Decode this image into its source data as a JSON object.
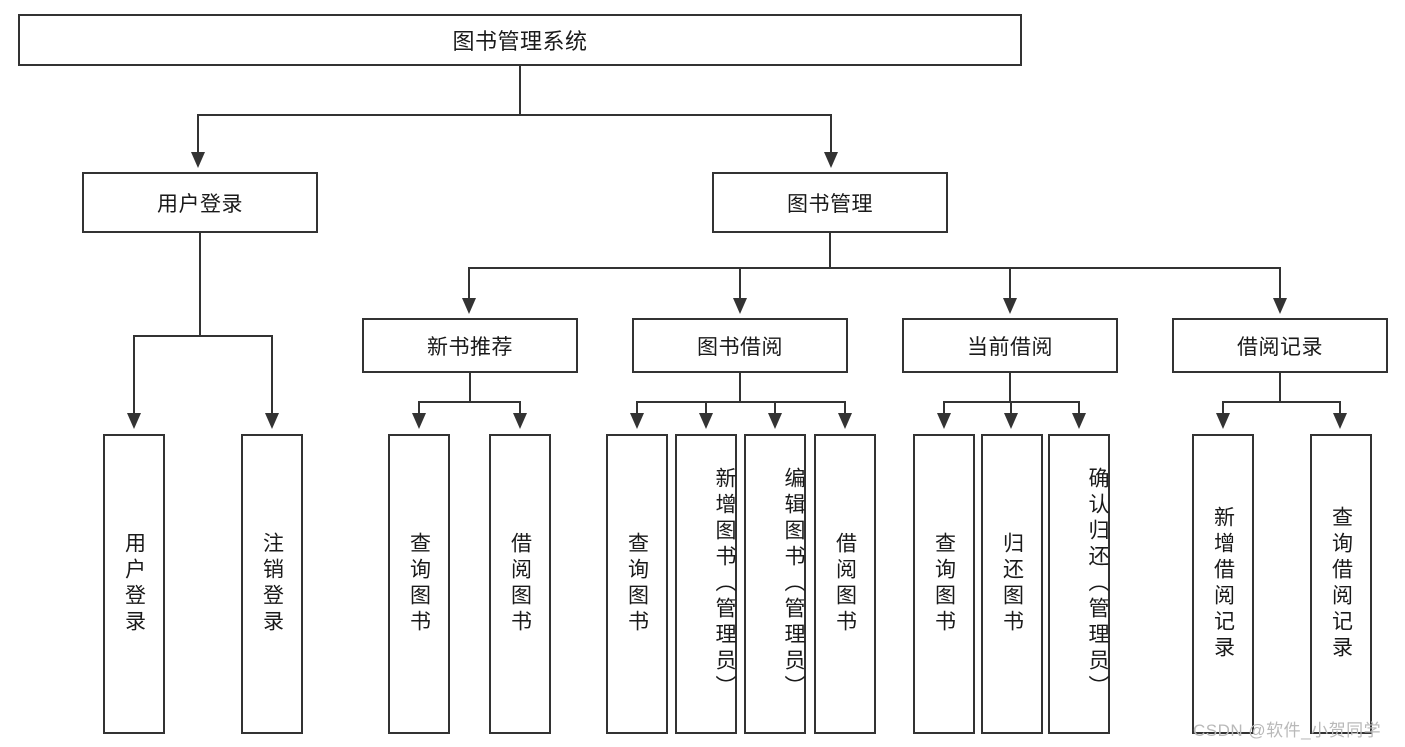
{
  "diagram": {
    "type": "tree-hierarchy-diagram",
    "title": "图书管理系统",
    "colors": {
      "stroke": "#333333",
      "fill": "#ffffff",
      "text": "#1a1a1a",
      "watermark": "#b9b9b9"
    },
    "root": {
      "label": "图书管理系统"
    },
    "level2": [
      {
        "label": "用户登录"
      },
      {
        "label": "图书管理"
      }
    ],
    "level3": [
      {
        "label": "新书推荐"
      },
      {
        "label": "图书借阅"
      },
      {
        "label": "当前借阅"
      },
      {
        "label": "借阅记录"
      }
    ],
    "leaves": {
      "user_login": [
        {
          "label": "用户登录"
        },
        {
          "label": "注销登录"
        }
      ],
      "new_book_recommend": [
        {
          "label": "查询图书"
        },
        {
          "label": "借阅图书"
        }
      ],
      "book_borrow": [
        {
          "label": "查询图书"
        },
        {
          "label": "新增图书（管理员）"
        },
        {
          "label": "编辑图书（管理员）"
        },
        {
          "label": "借阅图书"
        }
      ],
      "current_borrow": [
        {
          "label": "查询图书"
        },
        {
          "label": "归还图书"
        },
        {
          "label": "确认归还（管理员）"
        }
      ],
      "borrow_record": [
        {
          "label": "新增借阅记录"
        },
        {
          "label": "查询借阅记录"
        }
      ]
    }
  },
  "watermark": {
    "text": "CSDN @软件_小贺同学"
  }
}
